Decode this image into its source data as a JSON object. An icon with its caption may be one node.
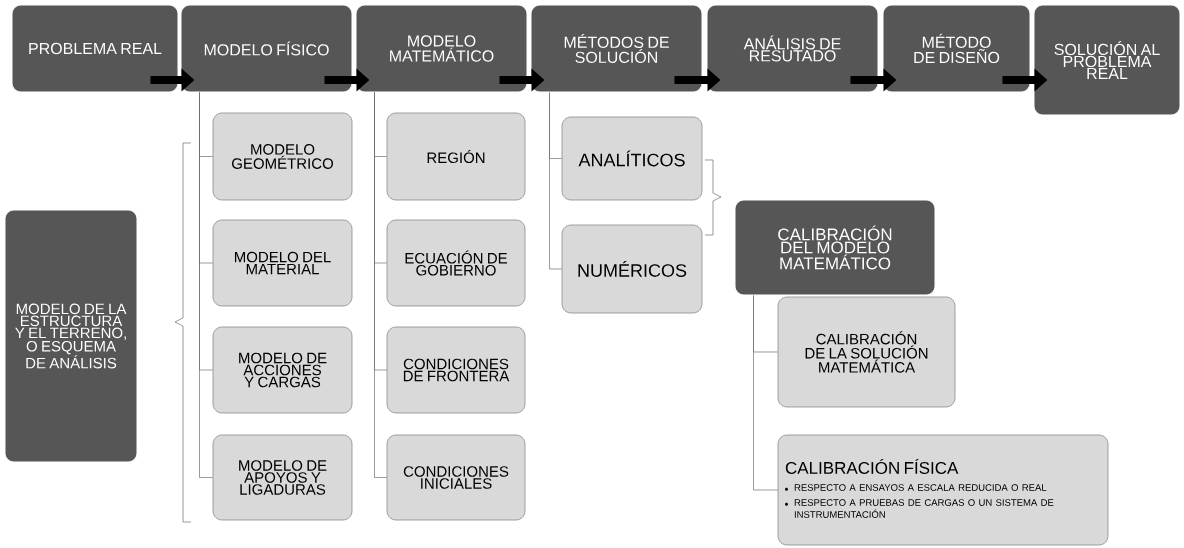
{
  "diagram": {
    "nodes": [
      {
        "text": [
          "PROBLEMA REAL"
        ]
      },
      {
        "text": [
          "MODELO FÍSICO"
        ]
      },
      {
        "text": [
          "MODELO MATEMÁTICO"
        ]
      },
      {
        "text": [
          "MÉTODOS DE SOLUCIÓN"
        ]
      },
      {
        "text": [
          "ANÁLISIS DE RESUTADO"
        ]
      },
      {
        "text": [
          "MÉTODO DE DISEÑO"
        ]
      },
      {
        "text": [
          "SOLUCIÓN AL PROBLEMA REAL"
        ]
      },
      {
        "text": [
          "MODELO DE LA ESTRUCTURA Y EL TERRENO, O ESQUEMA DE ANÁLISIS"
        ]
      },
      {
        "text": [
          "MODELO GEOMÉTRICO"
        ]
      },
      {
        "text": [
          "MODELO DEL MATERIAL"
        ]
      },
      {
        "text": [
          "MODELO DE ACCIONES Y CARGAS"
        ]
      },
      {
        "text": [
          "MODELO DE APOYOS Y LIGADURAS"
        ]
      },
      {
        "text": [
          "REGIÓN"
        ]
      },
      {
        "text": [
          "ECUACIÓN DE GOBIERNO"
        ]
      },
      {
        "text": [
          "CONDICIONES DE FRONTERA"
        ]
      },
      {
        "text": [
          "CONDICIONES INICIALES"
        ]
      },
      {
        "text": [
          "ANALÍTICOS"
        ]
      },
      {
        "text": [
          "NUMÉRICOS"
        ]
      },
      {
        "text": [
          "CALIBRACIÓN DEL MODELO MATEMÁTICO"
        ]
      },
      {
        "text": [
          "CALIBRACIÓN DE LA SOLUCIÓN MATEMÁTICA"
        ]
      },
      {
        "text": [
          "CALIBRACIÓN FÍSICA",
          "RESPECTO A ENSAYOS A ESCALA REDUCIDA O REAL",
          "RESPECTO A PRUEBAS DE CARGAS O UN SISTEMA DE INSTRUMENTACIÓN"
        ]
      }
    ],
    "edges": [
      {
        "from": 0,
        "to": 1,
        "arrow": "to",
        "style": "thick",
        "color": "#000000"
      },
      {
        "from": 1,
        "to": 2,
        "arrow": "to",
        "style": "thick",
        "color": "#000000"
      },
      {
        "from": 2,
        "to": 3,
        "arrow": "to",
        "style": "thick",
        "color": "#000000"
      },
      {
        "from": 3,
        "to": 4,
        "arrow": "to",
        "style": "thick",
        "color": "#000000"
      },
      {
        "from": 4,
        "to": 5,
        "arrow": "to",
        "style": "thick",
        "color": "#000000"
      },
      {
        "from": 5,
        "to": 6,
        "arrow": "to",
        "style": "thick",
        "color": "#000000"
      },
      {
        "from": 1,
        "to": 8,
        "arrow": "none"
      },
      {
        "from": 1,
        "to": 9,
        "arrow": "none"
      },
      {
        "from": 1,
        "to": 10,
        "arrow": "none"
      },
      {
        "from": 1,
        "to": 11,
        "arrow": "none"
      },
      {
        "from": 2,
        "to": 12,
        "arrow": "none"
      },
      {
        "from": 2,
        "to": 13,
        "arrow": "none"
      },
      {
        "from": 2,
        "to": 14,
        "arrow": "none"
      },
      {
        "from": 2,
        "to": 15,
        "arrow": "none"
      },
      {
        "from": 3,
        "to": 16,
        "arrow": "none"
      },
      {
        "from": 3,
        "to": 17,
        "arrow": "none"
      },
      {
        "from": 18,
        "to": 19,
        "arrow": "none"
      },
      {
        "from": 18,
        "to": 20,
        "arrow": "none"
      }
    ]
  }
}
